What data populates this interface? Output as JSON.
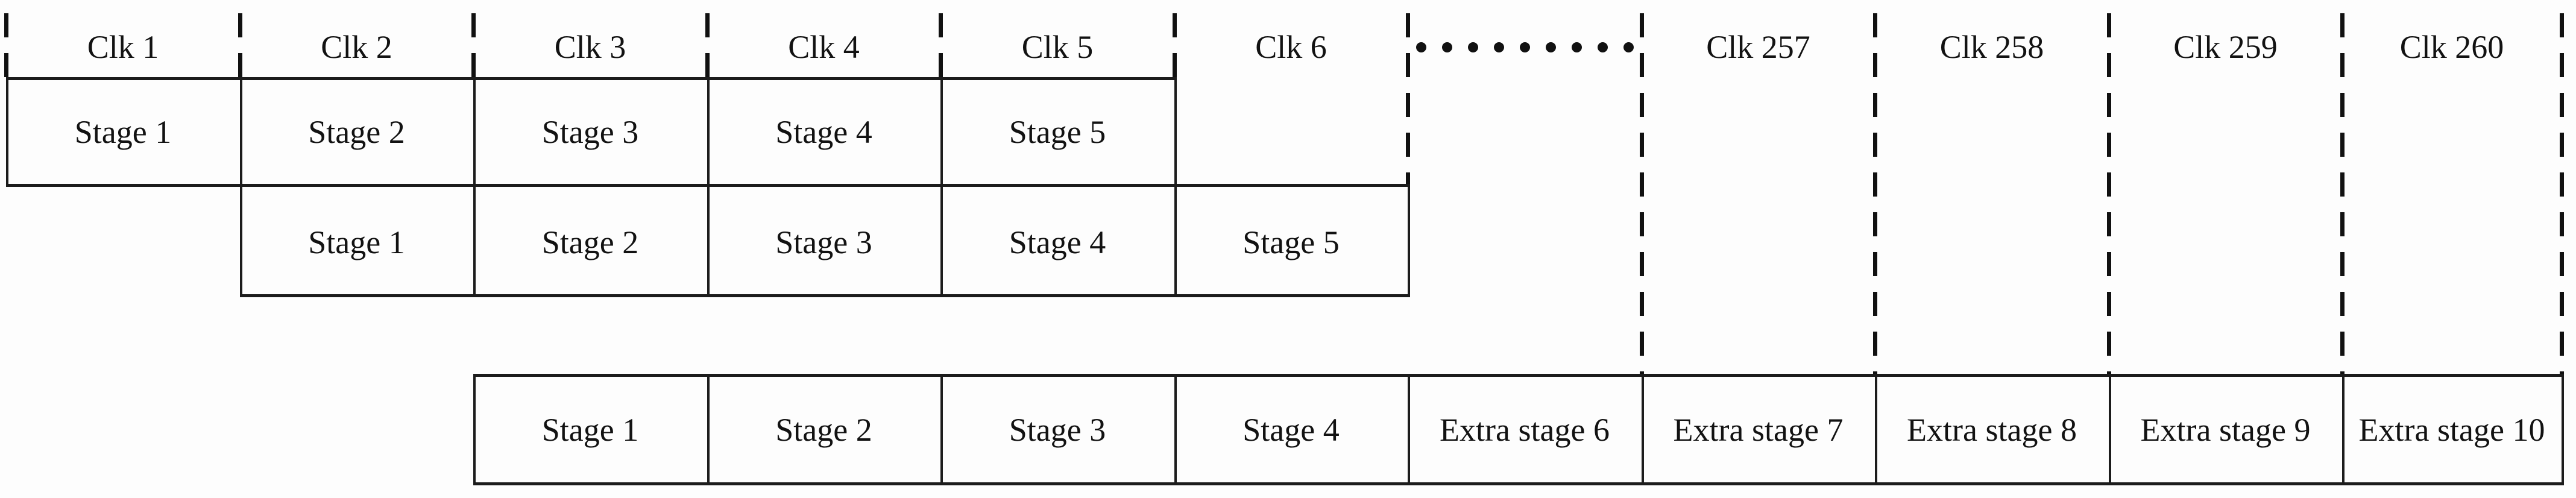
{
  "clock_header": {
    "labels": [
      "Clk 1",
      "Clk 2",
      "Clk 3",
      "Clk 4",
      "Clk 5",
      "Clk 6",
      "Clk 257",
      "Clk 258",
      "Clk 259",
      "Clk 260"
    ],
    "ellipsis_dot_count": 9
  },
  "pipeline": {
    "instruction_1_stages": [
      "Stage 1",
      "Stage 2",
      "Stage 3",
      "Stage 4",
      "Stage 5"
    ],
    "instruction_2_stages": [
      "Stage 1",
      "Stage 2",
      "Stage 3",
      "Stage 4",
      "Stage 5"
    ],
    "instruction_3_stages": [
      "Stage 1",
      "Stage 2",
      "Stage 3",
      "Stage 4",
      "Extra stage 6",
      "Extra stage 7",
      "Extra stage 8",
      "Extra stage 9",
      "Extra stage 10"
    ]
  },
  "colors": {
    "line": "#1c1c1c",
    "dash": "#111111",
    "text": "#121212",
    "background": "#fdfdfd"
  }
}
